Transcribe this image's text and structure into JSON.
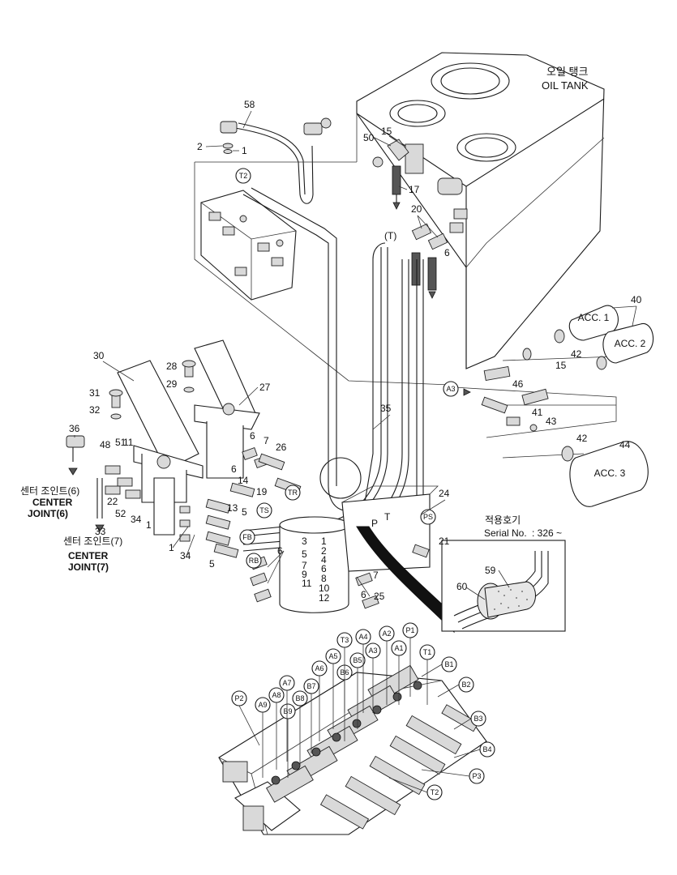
{
  "tank": {
    "label_ko": "오일 탱크",
    "label_en": "OIL TANK"
  },
  "center_joint_6": {
    "ko": "센터 조인트(6)",
    "en1": "CENTER",
    "en2": "JOINT(6)"
  },
  "center_joint_7": {
    "ko": "센터 조인트(7)",
    "en1": "CENTER",
    "en2": "JOINT(7)"
  },
  "serial": {
    "ko": "적용호기",
    "en": "Serial No.",
    "value": ": 326 ~"
  },
  "acc": {
    "acc1": "ACC. 1",
    "acc2": "ACC. 2",
    "acc3": "ACC. 3"
  },
  "ports": {
    "p": "P",
    "t": "T"
  },
  "tags": {
    "t2_top": "T2",
    "t_top": "(T)",
    "a3": "A3",
    "tr": "TR",
    "ts": "TS",
    "fb": "FB",
    "rb": "RB",
    "ps": "PS",
    "A4": "A4",
    "A2": "A2",
    "P1": "P1",
    "T3": "T3",
    "A5": "A5",
    "B5": "B5",
    "A3v": "A3",
    "A1": "A1",
    "T1": "T1",
    "B1": "B1",
    "B2": "B2",
    "A6": "A6",
    "B6": "B6",
    "A7": "A7",
    "B7": "B7",
    "A8": "A8",
    "B8": "B8",
    "A9": "A9",
    "B9": "B9",
    "P2": "P2",
    "B3": "B3",
    "B4": "B4",
    "P3": "P3",
    "T2v": "T2"
  },
  "numbers": {
    "n58": "58",
    "n2": "2",
    "n1a": "1",
    "n50": "50",
    "n15a": "15",
    "n17": "17",
    "n20": "20",
    "n6a": "6",
    "n40": "40",
    "n42a": "42",
    "n15b": "15",
    "n46": "46",
    "n41": "41",
    "n43": "43",
    "n42b": "42",
    "n44": "44",
    "n30": "30",
    "n28": "28",
    "n29": "29",
    "n27": "27",
    "n31": "31",
    "n32": "32",
    "n35": "35",
    "n36": "36",
    "n48": "48",
    "n51": "51",
    "n11": "11",
    "n6b": "6",
    "n7a": "7",
    "n26": "26",
    "n14": "14",
    "n6c": "6",
    "n19": "19",
    "n24": "24",
    "n22": "22",
    "n52": "52",
    "n34a": "34",
    "n1b": "1",
    "n13": "13",
    "n5a": "5",
    "n33": "33",
    "n1c": "1",
    "n34b": "34",
    "n5b": "5",
    "n21": "21",
    "n59": "59",
    "n60": "60",
    "n6d": "6",
    "n7b": "7",
    "n6e": "6",
    "n25": "25"
  },
  "joint_numbers": {
    "left": [
      "3",
      "5",
      "7",
      "9",
      "11"
    ],
    "right": [
      "1",
      "2",
      "4",
      "6",
      "8",
      "10",
      "12"
    ]
  }
}
